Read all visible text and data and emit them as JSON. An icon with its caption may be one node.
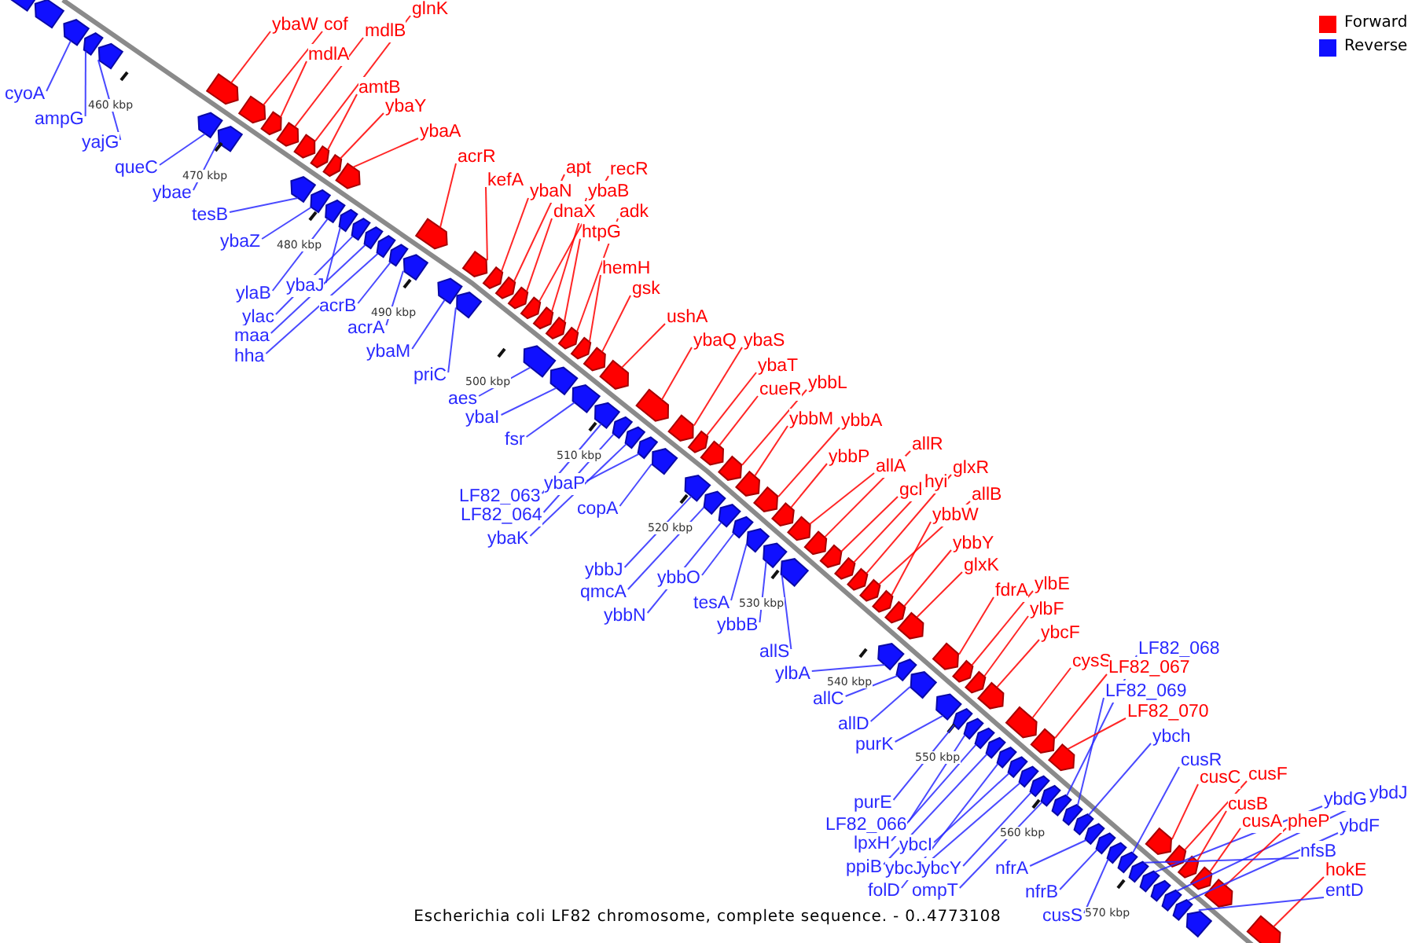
{
  "diagram": {
    "caption": "Escherichia coli LF82 chromosome, complete sequence. - 0..4773108",
    "nodes": [
      {
        "text": [
          "glnK"
        ]
      },
      {
        "text": [
          "ybaW"
        ]
      },
      {
        "text": [
          "cof"
        ]
      },
      {
        "text": [
          "mdlB"
        ]
      },
      {
        "text": [
          "mdlA"
        ]
      },
      {
        "text": [
          "amtB"
        ]
      },
      {
        "text": [
          "cyoA"
        ]
      },
      {
        "text": [
          "ybaY"
        ]
      },
      {
        "text": [
          "ampG"
        ]
      },
      {
        "text": [
          "ybaA"
        ]
      },
      {
        "text": [
          "yajG"
        ]
      },
      {
        "text": [
          "acrR"
        ]
      },
      {
        "text": [
          "apt"
        ]
      },
      {
        "text": [
          "recR"
        ]
      },
      {
        "text": [
          "queC"
        ]
      },
      {
        "text": [
          "kefA"
        ]
      },
      {
        "text": [
          "ybaN"
        ]
      },
      {
        "text": [
          "ybaB"
        ]
      },
      {
        "text": [
          "ybae"
        ]
      },
      {
        "text": [
          "dnaX"
        ]
      },
      {
        "text": [
          "adk"
        ]
      },
      {
        "text": [
          "tesB"
        ]
      },
      {
        "text": [
          "htpG"
        ]
      },
      {
        "text": [
          "ybaZ"
        ]
      },
      {
        "text": [
          "hemH"
        ]
      },
      {
        "text": [
          "ybaJ"
        ]
      },
      {
        "text": [
          "gsk"
        ]
      },
      {
        "text": [
          "ylaB"
        ]
      },
      {
        "text": [
          "acrB"
        ]
      },
      {
        "text": [
          "ylac"
        ]
      },
      {
        "text": [
          "ushA"
        ]
      },
      {
        "text": [
          "acrA"
        ]
      },
      {
        "text": [
          "maa"
        ]
      },
      {
        "text": [
          "ybaQ"
        ]
      },
      {
        "text": [
          "ybaS"
        ]
      },
      {
        "text": [
          "ybaM"
        ]
      },
      {
        "text": [
          "hha"
        ]
      },
      {
        "text": [
          "ybaT"
        ]
      },
      {
        "text": [
          "priC"
        ]
      },
      {
        "text": [
          "ybbL"
        ]
      },
      {
        "text": [
          "cueR"
        ]
      },
      {
        "text": [
          "aes"
        ]
      },
      {
        "text": [
          "ybbM"
        ]
      },
      {
        "text": [
          "ybbA"
        ]
      },
      {
        "text": [
          "ybaI"
        ]
      },
      {
        "text": [
          "fsr"
        ]
      },
      {
        "text": [
          "allR"
        ]
      },
      {
        "text": [
          "ybbP"
        ]
      },
      {
        "text": [
          "allA"
        ]
      },
      {
        "text": [
          "glxR"
        ]
      },
      {
        "text": [
          "hyi"
        ]
      },
      {
        "text": [
          "ybaP"
        ]
      },
      {
        "text": [
          "gcl"
        ]
      },
      {
        "text": [
          "allB"
        ]
      },
      {
        "text": [
          "LF82_063"
        ]
      },
      {
        "text": [
          "copA"
        ]
      },
      {
        "text": [
          "ybbW"
        ]
      },
      {
        "text": [
          "LF82_064"
        ]
      },
      {
        "text": [
          "ybaK"
        ]
      },
      {
        "text": [
          "ybbY"
        ]
      },
      {
        "text": [
          "glxK"
        ]
      },
      {
        "text": [
          "ybbJ"
        ]
      },
      {
        "text": [
          "ybbO"
        ]
      },
      {
        "text": [
          "ylbE"
        ]
      },
      {
        "text": [
          "fdrA"
        ]
      },
      {
        "text": [
          "qmcA"
        ]
      },
      {
        "text": [
          "tesA"
        ]
      },
      {
        "text": [
          "ylbF"
        ]
      },
      {
        "text": [
          "ybbN"
        ]
      },
      {
        "text": [
          "ybbB"
        ]
      },
      {
        "text": [
          "ybcF"
        ]
      },
      {
        "text": [
          "LF82_068"
        ]
      },
      {
        "text": [
          "allS"
        ]
      },
      {
        "text": [
          "cysS"
        ]
      },
      {
        "text": [
          "LF82_067"
        ]
      },
      {
        "text": [
          "ylbA"
        ]
      },
      {
        "text": [
          "LF82_069"
        ]
      },
      {
        "text": [
          "allC"
        ]
      },
      {
        "text": [
          "LF82_070"
        ]
      },
      {
        "text": [
          "allD"
        ]
      },
      {
        "text": [
          "ybch"
        ]
      },
      {
        "text": [
          "purK"
        ]
      },
      {
        "text": [
          "cusR"
        ]
      },
      {
        "text": [
          "cusF"
        ]
      },
      {
        "text": [
          "cusC"
        ]
      },
      {
        "text": [
          "ybdJ"
        ]
      },
      {
        "text": [
          "ybdG"
        ]
      },
      {
        "text": [
          "purE"
        ]
      },
      {
        "text": [
          "cusB"
        ]
      },
      {
        "text": [
          "cusA"
        ]
      },
      {
        "text": [
          "pheP"
        ]
      },
      {
        "text": [
          "ybdF"
        ]
      },
      {
        "text": [
          "LF82_066"
        ]
      },
      {
        "text": [
          "lpxH"
        ]
      },
      {
        "text": [
          "ybcI"
        ]
      },
      {
        "text": [
          "nfsB"
        ]
      },
      {
        "text": [
          "ppiB"
        ]
      },
      {
        "text": [
          "ybcJ"
        ]
      },
      {
        "text": [
          "ybcY"
        ]
      },
      {
        "text": [
          "nfrA"
        ]
      },
      {
        "text": [
          "hokE"
        ]
      },
      {
        "text": [
          "entD"
        ]
      },
      {
        "text": [
          "folD"
        ]
      },
      {
        "text": [
          "ompT"
        ]
      },
      {
        "text": [
          "nfrB"
        ]
      },
      {
        "text": [
          "cusS"
        ]
      },
      {
        "text": [],
        "shape": "arrow"
      },
      {
        "text": [],
        "shape": "arrow"
      },
      {
        "text": [],
        "shape": "arrow"
      },
      {
        "text": [],
        "shape": "arrow"
      },
      {
        "text": [],
        "shape": "arrow"
      },
      {
        "text": [],
        "shape": "arrow"
      },
      {
        "text": [],
        "shape": "arrow"
      },
      {
        "text": [],
        "shape": "arrow"
      },
      {
        "text": [],
        "shape": "arrow"
      },
      {
        "text": [],
        "shape": "arrow"
      },
      {
        "text": [],
        "shape": "arrow"
      },
      {
        "text": [],
        "shape": "arrow"
      },
      {
        "text": [],
        "shape": "arrow"
      },
      {
        "text": [],
        "shape": "arrow"
      },
      {
        "text": [],
        "shape": "arrow"
      },
      {
        "text": [],
        "shape": "arrow"
      },
      {
        "text": [],
        "shape": "arrow"
      },
      {
        "text": [],
        "shape": "arrow"
      },
      {
        "text": [],
        "shape": "arrow"
      },
      {
        "text": [],
        "shape": "arrow"
      },
      {
        "text": [],
        "shape": "arrow"
      },
      {
        "text": [],
        "shape": "arrow"
      },
      {
        "text": [],
        "shape": "arrow"
      },
      {
        "text": [],
        "shape": "arrow"
      },
      {
        "text": [],
        "shape": "arrow"
      },
      {
        "text": [],
        "shape": "arrow"
      },
      {
        "text": [],
        "shape": "arrow"
      },
      {
        "text": [],
        "shape": "arrow"
      },
      {
        "text": [],
        "shape": "arrow"
      },
      {
        "text": [],
        "shape": "arrow"
      },
      {
        "text": [],
        "shape": "arrow"
      },
      {
        "text": [],
        "shape": "arrow"
      },
      {
        "text": [],
        "shape": "arrow"
      },
      {
        "text": [],
        "shape": "arrow"
      },
      {
        "text": [],
        "shape": "arrow"
      },
      {
        "text": [],
        "shape": "arrow"
      },
      {
        "text": [],
        "shape": "arrow"
      },
      {
        "text": [],
        "shape": "arrow"
      },
      {
        "text": [],
        "shape": "arrow"
      },
      {
        "text": [],
        "shape": "arrow"
      },
      {
        "text": [],
        "shape": "arrow"
      },
      {
        "text": [],
        "shape": "arrow"
      },
      {
        "text": [],
        "shape": "arrow"
      },
      {
        "text": [],
        "shape": "arrow"
      },
      {
        "text": [],
        "shape": "arrow"
      },
      {
        "text": [],
        "shape": "arrow"
      },
      {
        "text": [],
        "shape": "arrow"
      },
      {
        "text": [],
        "shape": "arrow"
      },
      {
        "text": [],
        "shape": "arrow"
      },
      {
        "text": [],
        "shape": "arrow"
      },
      {
        "text": [],
        "shape": "arrow"
      },
      {
        "text": [],
        "shape": "arrow"
      },
      {
        "text": [],
        "shape": "arrow"
      },
      {
        "text": [],
        "shape": "arrow"
      },
      {
        "text": [],
        "shape": "arrow"
      },
      {
        "text": [],
        "shape": "arrow"
      },
      {
        "text": [],
        "shape": "arrow"
      },
      {
        "text": [],
        "shape": "arrow"
      },
      {
        "text": [],
        "shape": "arrow"
      },
      {
        "text": [],
        "shape": "arrow"
      },
      {
        "text": [],
        "shape": "arrow"
      },
      {
        "text": [],
        "shape": "arrow"
      },
      {
        "text": [],
        "shape": "arrow"
      },
      {
        "text": [],
        "shape": "arrow"
      },
      {
        "text": [],
        "shape": "arrow"
      },
      {
        "text": [],
        "shape": "arrow"
      },
      {
        "text": [],
        "shape": "arrow"
      },
      {
        "text": [],
        "shape": "arrow"
      },
      {
        "text": [],
        "shape": "arrow"
      },
      {
        "text": [],
        "shape": "arrow"
      },
      {
        "text": [],
        "shape": "arrow"
      },
      {
        "text": [],
        "shape": "arrow"
      },
      {
        "text": [],
        "shape": "arrow"
      },
      {
        "text": [],
        "shape": "arrow"
      },
      {
        "text": [],
        "shape": "arrow"
      },
      {
        "text": [],
        "shape": "arrow"
      },
      {
        "text": [],
        "shape": "arrow"
      },
      {
        "text": [],
        "shape": "arrow"
      },
      {
        "text": [],
        "shape": "arrow"
      },
      {
        "text": [],
        "shape": "arrow"
      },
      {
        "text": [],
        "shape": "arrow"
      },
      {
        "text": [],
        "shape": "arrow"
      },
      {
        "text": [],
        "shape": "arrow"
      },
      {
        "text": [],
        "shape": "arrow"
      },
      {
        "text": [],
        "shape": "arrow"
      },
      {
        "text": [],
        "shape": "arrow"
      },
      {
        "text": [],
        "shape": "arrow"
      },
      {
        "text": [],
        "shape": "arrow"
      },
      {
        "text": [],
        "shape": "arrow"
      },
      {
        "text": [],
        "shape": "arrow"
      },
      {
        "text": [],
        "shape": "arrow"
      },
      {
        "text": [],
        "shape": "arrow"
      },
      {
        "text": [],
        "shape": "arrow"
      },
      {
        "text": [],
        "shape": "arrow"
      },
      {
        "text": [],
        "shape": "arrow"
      },
      {
        "text": [],
        "shape": "arrow"
      },
      {
        "text": [],
        "shape": "arrow"
      },
      {
        "text": [],
        "shape": "arrow"
      },
      {
        "text": [],
        "shape": "arrow"
      },
      {
        "text": [],
        "shape": "arrow"
      },
      {
        "text": [],
        "shape": "arrow"
      },
      {
        "text": [],
        "shape": "arrow"
      },
      {
        "text": [],
        "shape": "arrow"
      },
      {
        "text": [],
        "shape": "arrow"
      },
      {
        "text": [],
        "shape": "arrow"
      },
      {
        "text": [],
        "shape": "arrow"
      },
      {
        "text": [],
        "shape": "arrow"
      },
      {
        "text": [],
        "shape": "arrow"
      },
      {
        "text": [],
        "shape": "arrow"
      }
    ],
    "edges": [
      {
        "from": 0,
        "to": 106,
        "arrow": "none",
        "color": "#ff0000"
      },
      {
        "from": 1,
        "to": 107,
        "arrow": "none",
        "color": "#ff0000"
      },
      {
        "from": 2,
        "to": 108,
        "arrow": "none",
        "color": "#ff0000"
      },
      {
        "from": 3,
        "to": 109,
        "arrow": "none",
        "color": "#ff0000"
      },
      {
        "from": 4,
        "to": 110,
        "arrow": "none",
        "color": "#ff0000"
      },
      {
        "from": 5,
        "to": 111,
        "arrow": "none",
        "color": "#ff0000"
      },
      {
        "from": 6,
        "to": 112,
        "arrow": "none"
      },
      {
        "from": 7,
        "to": 113,
        "arrow": "none",
        "color": "#ff0000"
      },
      {
        "from": 8,
        "to": 114,
        "arrow": "none"
      },
      {
        "from": 9,
        "to": 115,
        "arrow": "none",
        "color": "#ff0000"
      },
      {
        "from": 10,
        "to": 116,
        "arrow": "none"
      },
      {
        "from": 11,
        "to": 117,
        "arrow": "none",
        "color": "#ff0000"
      },
      {
        "from": 12,
        "to": 118,
        "arrow": "none",
        "color": "#ff0000"
      },
      {
        "from": 13,
        "to": 119,
        "arrow": "none",
        "color": "#ff0000"
      },
      {
        "from": 14,
        "to": 120,
        "arrow": "none"
      },
      {
        "from": 15,
        "to": 121,
        "arrow": "none",
        "color": "#ff0000"
      },
      {
        "from": 16,
        "to": 122,
        "arrow": "none",
        "color": "#ff0000"
      },
      {
        "from": 17,
        "to": 123,
        "arrow": "none",
        "color": "#ff0000"
      },
      {
        "from": 18,
        "to": 124,
        "arrow": "none"
      },
      {
        "from": 19,
        "to": 125,
        "arrow": "none",
        "color": "#ff0000"
      },
      {
        "from": 20,
        "to": 126,
        "arrow": "none",
        "color": "#ff0000"
      },
      {
        "from": 21,
        "to": 127,
        "arrow": "none"
      },
      {
        "from": 22,
        "to": 128,
        "arrow": "none",
        "color": "#ff0000"
      },
      {
        "from": 23,
        "to": 129,
        "arrow": "none"
      },
      {
        "from": 24,
        "to": 130,
        "arrow": "none",
        "color": "#ff0000"
      },
      {
        "from": 25,
        "to": 131,
        "arrow": "none"
      },
      {
        "from": 26,
        "to": 132,
        "arrow": "none",
        "color": "#ff0000"
      },
      {
        "from": 27,
        "to": 133,
        "arrow": "none"
      },
      {
        "from": 28,
        "to": 134,
        "arrow": "none"
      },
      {
        "from": 29,
        "to": 135,
        "arrow": "none"
      },
      {
        "from": 30,
        "to": 136,
        "arrow": "none",
        "color": "#ff0000"
      },
      {
        "from": 31,
        "to": 137,
        "arrow": "none"
      },
      {
        "from": 32,
        "to": 138,
        "arrow": "none"
      },
      {
        "from": 33,
        "to": 139,
        "arrow": "none",
        "color": "#ff0000"
      },
      {
        "from": 34,
        "to": 140,
        "arrow": "none",
        "color": "#ff0000"
      },
      {
        "from": 35,
        "to": 141,
        "arrow": "none"
      },
      {
        "from": 36,
        "to": 142,
        "arrow": "none"
      },
      {
        "from": 37,
        "to": 143,
        "arrow": "none",
        "color": "#ff0000"
      },
      {
        "from": 38,
        "to": 144,
        "arrow": "none"
      },
      {
        "from": 39,
        "to": 145,
        "arrow": "none",
        "color": "#ff0000"
      },
      {
        "from": 40,
        "to": 146,
        "arrow": "none",
        "color": "#ff0000"
      },
      {
        "from": 41,
        "to": 147,
        "arrow": "none"
      },
      {
        "from": 42,
        "to": 148,
        "arrow": "none",
        "color": "#ff0000"
      },
      {
        "from": 43,
        "to": 149,
        "arrow": "none",
        "color": "#ff0000"
      },
      {
        "from": 44,
        "to": 150,
        "arrow": "none"
      },
      {
        "from": 45,
        "to": 151,
        "arrow": "none"
      },
      {
        "from": 46,
        "to": 152,
        "arrow": "none",
        "color": "#ff0000"
      },
      {
        "from": 47,
        "to": 153,
        "arrow": "none",
        "color": "#ff0000"
      },
      {
        "from": 48,
        "to": 154,
        "arrow": "none",
        "color": "#ff0000"
      },
      {
        "from": 49,
        "to": 155,
        "arrow": "none",
        "color": "#ff0000"
      },
      {
        "from": 50,
        "to": 156,
        "arrow": "none",
        "color": "#ff0000"
      },
      {
        "from": 51,
        "to": 157,
        "arrow": "none"
      },
      {
        "from": 52,
        "to": 158,
        "arrow": "none",
        "color": "#ff0000"
      },
      {
        "from": 53,
        "to": 159,
        "arrow": "none",
        "color": "#ff0000"
      },
      {
        "from": 54,
        "to": 160,
        "arrow": "none"
      },
      {
        "from": 55,
        "to": 161,
        "arrow": "none"
      },
      {
        "from": 56,
        "to": 162,
        "arrow": "none",
        "color": "#ff0000"
      },
      {
        "from": 57,
        "to": 163,
        "arrow": "none"
      },
      {
        "from": 58,
        "to": 164,
        "arrow": "none"
      },
      {
        "from": 59,
        "to": 165,
        "arrow": "none",
        "color": "#ff0000"
      },
      {
        "from": 60,
        "to": 166,
        "arrow": "none",
        "color": "#ff0000"
      },
      {
        "from": 61,
        "to": 167,
        "arrow": "none"
      },
      {
        "from": 62,
        "to": 168,
        "arrow": "none"
      },
      {
        "from": 63,
        "to": 169,
        "arrow": "none",
        "color": "#ff0000"
      },
      {
        "from": 64,
        "to": 170,
        "arrow": "none",
        "color": "#ff0000"
      },
      {
        "from": 65,
        "to": 171,
        "arrow": "none"
      },
      {
        "from": 66,
        "to": 172,
        "arrow": "none"
      },
      {
        "from": 67,
        "to": 173,
        "arrow": "none",
        "color": "#ff0000"
      },
      {
        "from": 68,
        "to": 174,
        "arrow": "none"
      },
      {
        "from": 69,
        "to": 175,
        "arrow": "none"
      },
      {
        "from": 70,
        "to": 176,
        "arrow": "none",
        "color": "#ff0000"
      },
      {
        "from": 71,
        "to": 177,
        "arrow": "none"
      },
      {
        "from": 72,
        "to": 178,
        "arrow": "none"
      },
      {
        "from": 73,
        "to": 179,
        "arrow": "none",
        "color": "#ff0000"
      },
      {
        "from": 74,
        "to": 180,
        "arrow": "none",
        "color": "#ff0000"
      },
      {
        "from": 75,
        "to": 181,
        "arrow": "none"
      },
      {
        "from": 76,
        "to": 182,
        "arrow": "none"
      },
      {
        "from": 77,
        "to": 183,
        "arrow": "none"
      },
      {
        "from": 78,
        "to": 184,
        "arrow": "none",
        "color": "#ff0000"
      },
      {
        "from": 79,
        "to": 185,
        "arrow": "none"
      },
      {
        "from": 80,
        "to": 186,
        "arrow": "none"
      },
      {
        "from": 81,
        "to": 187,
        "arrow": "none"
      },
      {
        "from": 82,
        "to": 188,
        "arrow": "none"
      },
      {
        "from": 83,
        "to": 189,
        "arrow": "none",
        "color": "#ff0000"
      },
      {
        "from": 84,
        "to": 190,
        "arrow": "none",
        "color": "#ff0000"
      },
      {
        "from": 85,
        "to": 191,
        "arrow": "none"
      },
      {
        "from": 86,
        "to": 192,
        "arrow": "none"
      },
      {
        "from": 87,
        "to": 193,
        "arrow": "none"
      },
      {
        "from": 88,
        "to": 194,
        "arrow": "none",
        "color": "#ff0000"
      },
      {
        "from": 89,
        "to": 195,
        "arrow": "none",
        "color": "#ff0000"
      },
      {
        "from": 90,
        "to": 196,
        "arrow": "none",
        "color": "#ff0000"
      },
      {
        "from": 91,
        "to": 197,
        "arrow": "none"
      },
      {
        "from": 92,
        "to": 198,
        "arrow": "none"
      },
      {
        "from": 93,
        "to": 199,
        "arrow": "none"
      },
      {
        "from": 94,
        "to": 200,
        "arrow": "none"
      },
      {
        "from": 95,
        "to": 201,
        "arrow": "none"
      },
      {
        "from": 96,
        "to": 202,
        "arrow": "none"
      },
      {
        "from": 97,
        "to": 203,
        "arrow": "none"
      },
      {
        "from": 98,
        "to": 204,
        "arrow": "none"
      },
      {
        "from": 99,
        "to": 205,
        "arrow": "none"
      },
      {
        "from": 100,
        "to": 206,
        "arrow": "none",
        "color": "#ff0000"
      },
      {
        "from": 101,
        "to": 207,
        "arrow": "none"
      },
      {
        "from": 102,
        "to": 208,
        "arrow": "none"
      },
      {
        "from": 103,
        "to": 209,
        "arrow": "none"
      },
      {
        "from": 104,
        "to": 210,
        "arrow": "none"
      },
      {
        "from": 105,
        "to": 211,
        "arrow": "none"
      }
    ],
    "labels": [
      "460 kbp",
      "470 kbp",
      "480 kbp",
      "490 kbp",
      "500 kbp",
      "510 kbp",
      "520 kbp",
      "530 kbp",
      "540 kbp",
      "550 kbp",
      "560 kbp",
      "570 kbp"
    ],
    "legend": [
      {
        "text": "Forward",
        "color": "#ff0000"
      },
      {
        "text": "Reverse",
        "color": "#1010ff"
      }
    ]
  }
}
